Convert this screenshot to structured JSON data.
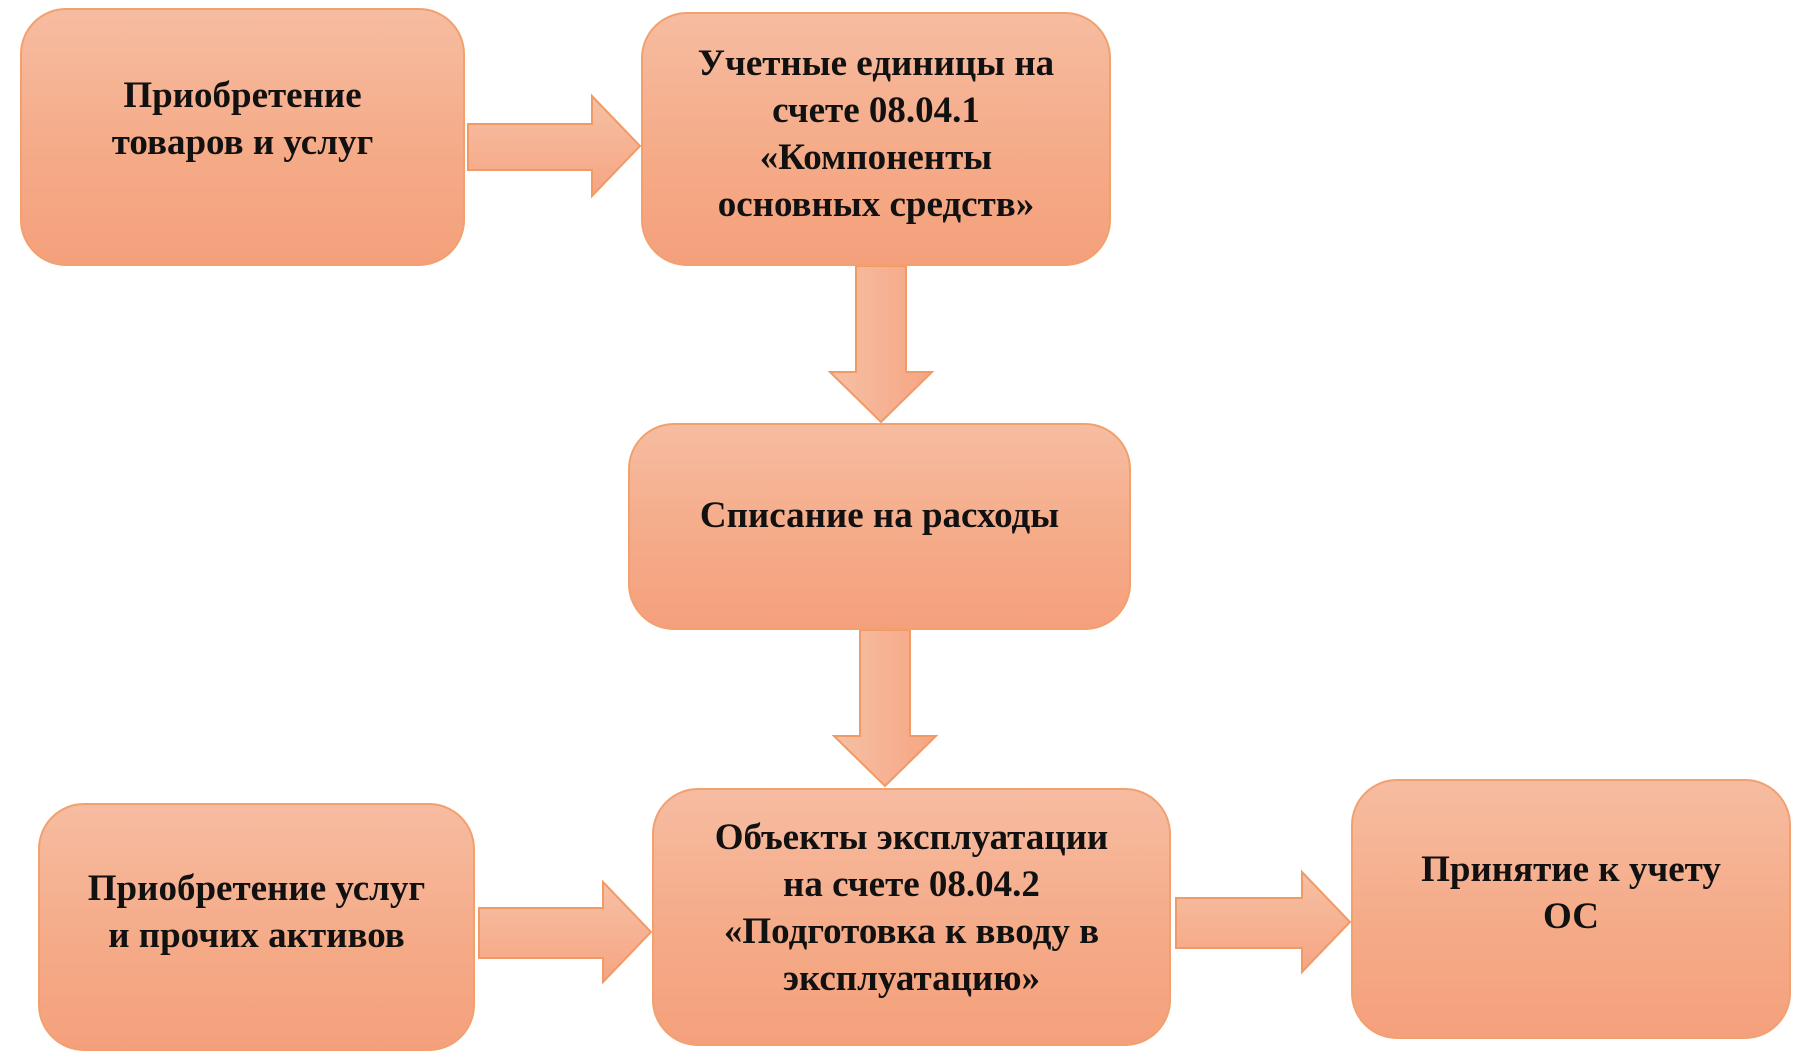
{
  "nodes": {
    "purchase_goods": "Приобретение\nтоваров и услуг",
    "account_0804_1": "Учетные единицы на\nсчете 08.04.1\n«Компоненты\nосновных средств»",
    "write_off": "Списание на расходы",
    "purchase_services": "Приобретение услуг\nи прочих активов",
    "account_0804_2": "Объекты эксплуатации\nна счете 08.04.2\n«Подготовка к вводу в\nэксплуатацию»",
    "accept_fixed_assets": "Принятие к учету\nОС"
  },
  "colors": {
    "box_fill_top": "#f6bca1",
    "box_fill_bottom": "#f5a07c",
    "box_border": "#f2a06d",
    "arrow_fill": "#f5ae8c",
    "arrow_border": "#f09a66"
  }
}
